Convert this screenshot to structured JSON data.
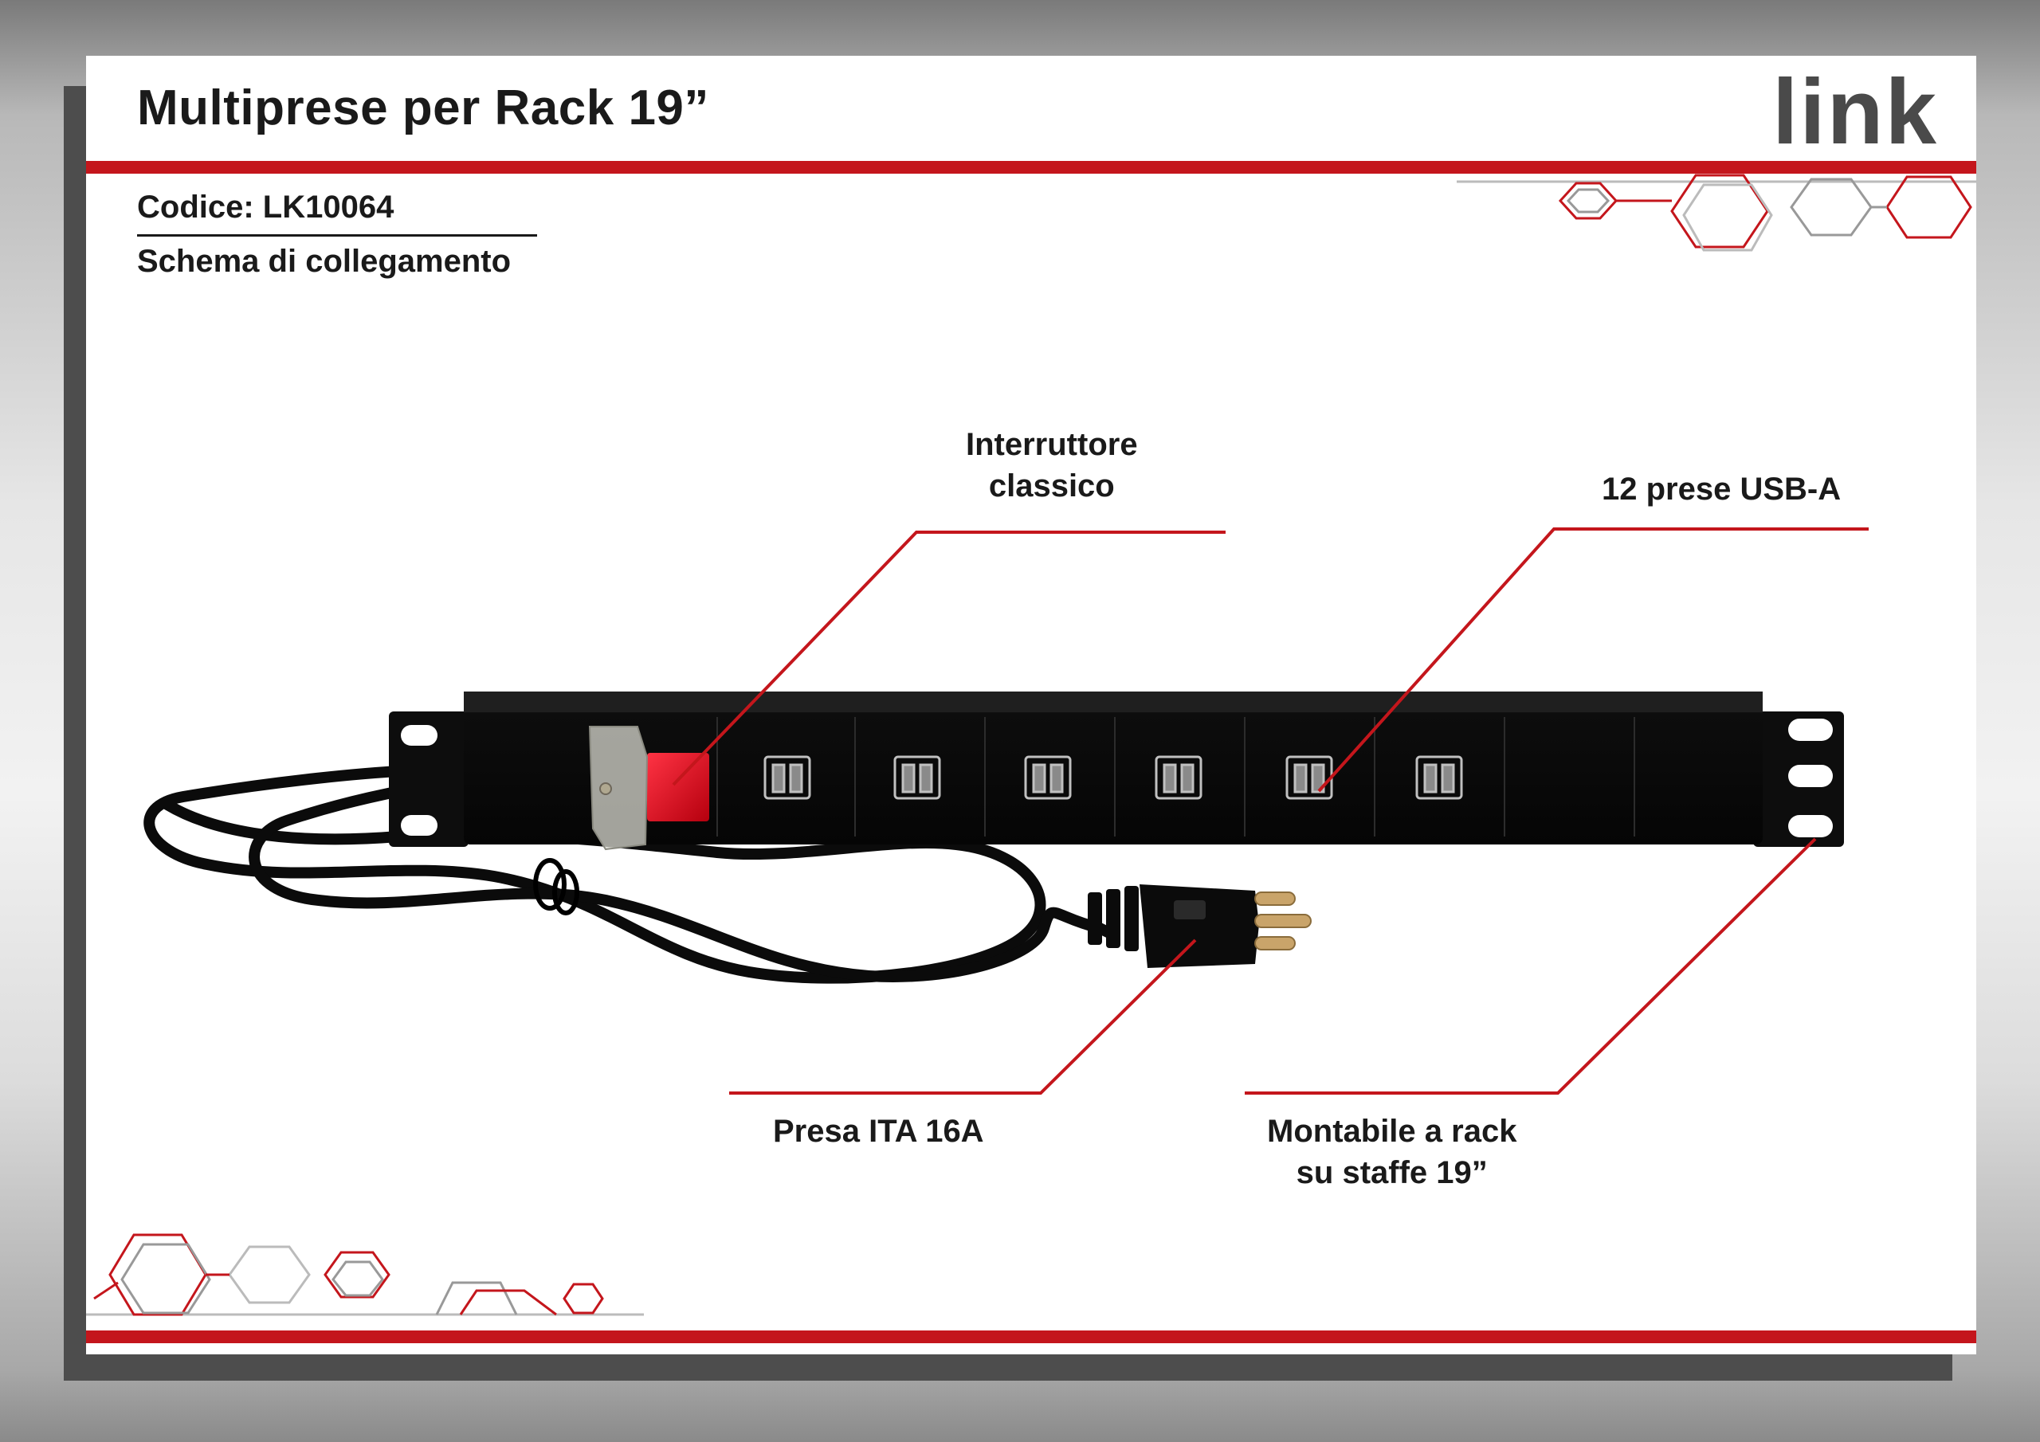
{
  "header": {
    "title": "Multiprese per Rack 19”",
    "logo_text": "link"
  },
  "product": {
    "code": "Codice: LK10064",
    "section": "Schema di collegamento"
  },
  "callouts": {
    "switch_line1": "Interruttore",
    "switch_line2": "classico",
    "usb": "12 prese USB-A",
    "plug": "Presa ITA 16A",
    "rack_line1": "Montabile a rack",
    "rack_line2": "su staffe 19”"
  },
  "colors": {
    "accent_red": "#c4161c",
    "text": "#1a1a1a",
    "logo_grey": "#4a4a4a",
    "pdu_body": "#121212"
  },
  "icons": [
    "power-strip-photo",
    "hexagon-pattern"
  ]
}
